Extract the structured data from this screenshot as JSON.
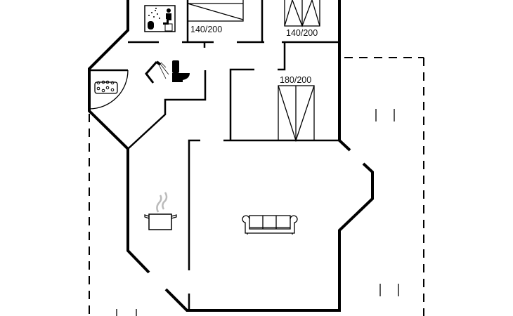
{
  "floorplan": {
    "beds": [
      {
        "room": "bedroom-1",
        "size_label": "140/200"
      },
      {
        "room": "bedroom-2",
        "size_label": "140/200"
      },
      {
        "room": "bedroom-3",
        "size_label": "180/200"
      }
    ],
    "icons": [
      "sauna-icon",
      "shower-icon",
      "toilet-icon",
      "jacuzzi-icon",
      "cooking-pot-icon",
      "sofa-icon"
    ],
    "colors": {
      "wall": "#000000",
      "steam": "#bbbbbb",
      "background": "#ffffff"
    }
  }
}
